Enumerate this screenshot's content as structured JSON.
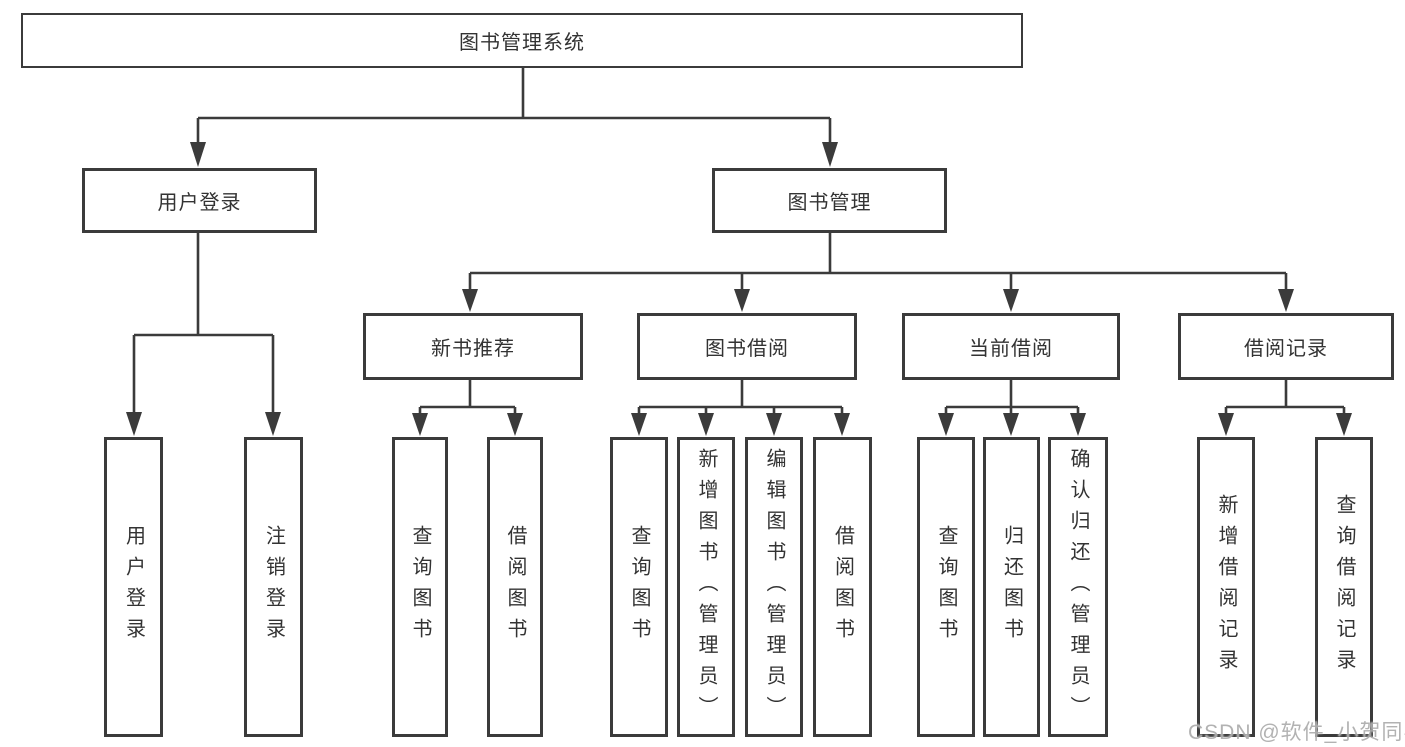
{
  "tree": {
    "root": {
      "label": "图书管理系统"
    },
    "branches": [
      {
        "label": "用户登录",
        "leaves": [
          {
            "label": "用户登录"
          },
          {
            "label": "注销登录"
          }
        ]
      },
      {
        "label": "图书管理",
        "groups": [
          {
            "label": "新书推荐",
            "leaves": [
              {
                "label": "查询图书"
              },
              {
                "label": "借阅图书"
              }
            ]
          },
          {
            "label": "图书借阅",
            "leaves": [
              {
                "label": "查询图书"
              },
              {
                "label": "新增图书（管理员）"
              },
              {
                "label": "编辑图书（管理员）"
              },
              {
                "label": "借阅图书"
              }
            ]
          },
          {
            "label": "当前借阅",
            "leaves": [
              {
                "label": "查询图书"
              },
              {
                "label": "归还图书"
              },
              {
                "label": "确认归还（管理员）"
              }
            ]
          },
          {
            "label": "借阅记录",
            "leaves": [
              {
                "label": "新增借阅记录"
              },
              {
                "label": "查询借阅记录"
              }
            ]
          }
        ]
      }
    ]
  },
  "watermark": {
    "text": "CSDN @软件_小贺同学"
  },
  "colors": {
    "line": "#3b3b3b",
    "text": "#333333",
    "watermark": "#a4a4a4",
    "background": "#ffffff"
  }
}
